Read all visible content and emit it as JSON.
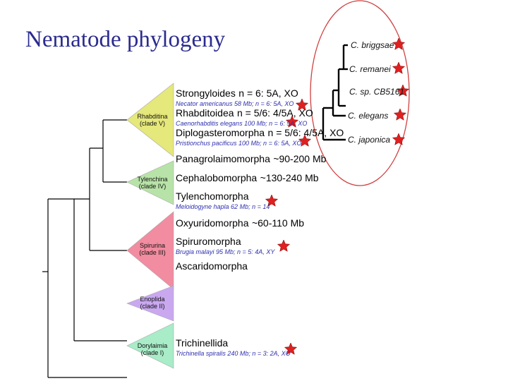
{
  "title": "Nematode phylogeny",
  "groups": [
    {
      "name": "Rhabditina",
      "clade": "(clade V)",
      "color": "#e5e87a"
    },
    {
      "name": "Tylenchina",
      "clade": "(clade IV)",
      "color": "#b8e3a8"
    },
    {
      "name": "Spirurina",
      "clade": "(clade III)",
      "color": "#f28ca0"
    },
    {
      "name": "Enoplida",
      "clade": "(clade II)",
      "color": "#c9a8f0"
    },
    {
      "name": "Dorylaimia",
      "clade": "(clade I)",
      "color": "#a8ecc8"
    }
  ],
  "taxa": [
    {
      "name": "Strongyloides",
      "detail": "n = 6: 5A, XO",
      "sub": "Necator americanus 58 Mb; n = 6: 5A, XO",
      "star": true
    },
    {
      "name": "Rhabditoidea",
      "detail": "n = 5/6: 4/5A, XO",
      "sub": "Caenorhabditis elegans 100 Mb; n = 6: 5A, XO",
      "star": true
    },
    {
      "name": "Diplogasteromorpha",
      "detail": "n = 5/6: 4/5A, XO",
      "sub": "Pristionchus pacificus 100 Mb; n = 6: 5A, XO",
      "star": true
    },
    {
      "name": "Panagrolaimomorpha",
      "detail": "~90-200 Mb",
      "sub": "",
      "star": false
    },
    {
      "name": "Cephalobomorpha",
      "detail": "~130-240 Mb",
      "sub": "",
      "star": false
    },
    {
      "name": "Tylenchomorpha",
      "detail": "",
      "sub": "Meloidogyne hapla 62 Mb; n = 14",
      "star": true
    },
    {
      "name": "Oxyuridomorpha",
      "detail": "~60-110 Mb",
      "sub": "",
      "star": false
    },
    {
      "name": "Spiruromorpha",
      "detail": "",
      "sub": "Brugia malayi 95 Mb; n = 5: 4A, XY",
      "star": true
    },
    {
      "name": "Ascaridomorpha",
      "detail": "",
      "sub": "",
      "star": false
    },
    {
      "name": "Trichinellida",
      "detail": "",
      "sub": "Trichinella spiralis 240 Mb; n = 3: 2A, XO",
      "star": true
    }
  ],
  "caenorhabditis": [
    {
      "genus": "C.",
      "species": "briggsae",
      "star": true
    },
    {
      "genus": "C.",
      "species": "remanei",
      "star": true
    },
    {
      "genus": "C.",
      "species": "sp. CB5161",
      "star": true
    },
    {
      "genus": "C.",
      "species": "elegans",
      "star": true
    },
    {
      "genus": "C.",
      "species": "japonica",
      "star": true
    }
  ],
  "colors": {
    "title": "#2b2b8f",
    "star": "#e02020",
    "ellipse": "#d04040",
    "subtext": "#2f2fb0"
  }
}
